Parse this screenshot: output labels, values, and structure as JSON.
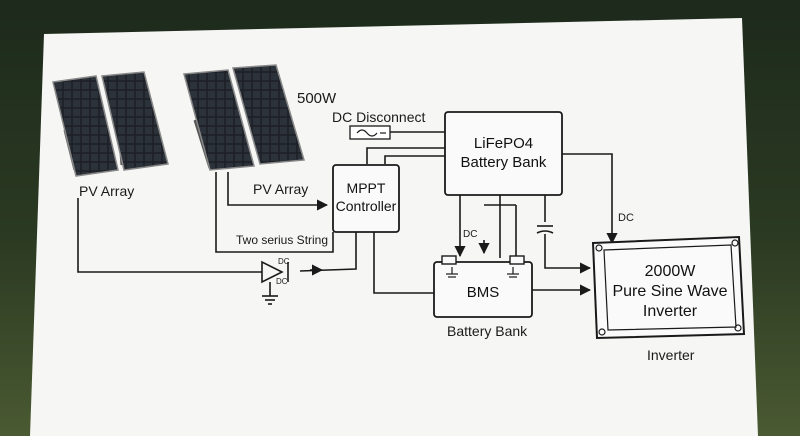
{
  "labels": {
    "power": "500W",
    "dc_disconnect": "DC Disconnect",
    "pv_array_left": "PV Array",
    "pv_array_right": "PV Array",
    "series_string": "Two serius String",
    "battery_bank": "Battery Bank",
    "inverter_caption": "Inverter",
    "dc_top": "DC",
    "dc_bank": "DC",
    "dc_diode_top": "DC",
    "dc_diode_bottom": "DC"
  },
  "blocks": {
    "lifepo4_line1": "LiFePO4",
    "lifepo4_line2": "Battery Bank",
    "mppt_line1": "MPPT",
    "mppt_line2": "Controller",
    "bms": "BMS",
    "inverter_line1": "2000W",
    "inverter_line2": "Pure Sine Wave",
    "inverter_line3": "Inverter"
  },
  "colors": {
    "background_top": "#1d2a1c",
    "background_bottom": "#3a4a2a",
    "board": "#f7f7f5",
    "line": "#1a1a1a",
    "panel_cell": "#20242a"
  }
}
